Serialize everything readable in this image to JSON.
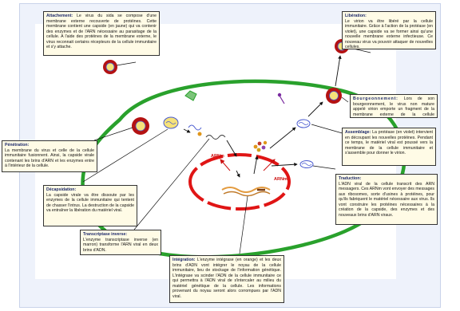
{
  "callouts": {
    "attachement": {
      "title": "Attachement:",
      "body": "Le virus du sida se compose d'une membrane externe recouverte de protéines. Cette membrane contient une capside (en jaune) qui va contenir des enzymes et de l'ARN nécessaire au parasitage de la cellule. A l'aide des protéines de la membrane externe, le virus reconnait certains récepteurs de la cellule immunitaire et s'y attache."
    },
    "liberation": {
      "title": "Libération:",
      "body": "Le virion va être libéré par la cellule immunitaire. Grâce à l'action de la protéase (en violet), une capside va se former ainsi qu'une nouvelle membrane externe infectieuse. Ce nouveau virus va pouvoir attaquer de nouvelles cellules."
    },
    "bourgeonnement": {
      "title": "Bourgeonnement:",
      "body": "Lors de son bourgeonnement, le virus non mature appelé virion emporte un fragment de la membrane externe de la cellule immunitaire."
    },
    "penetration": {
      "title": "Pénétration:",
      "body": "La membrane du virus et celle de la cellule immunitaire fusionnent. Ainsi, la capside virale contenant les brins d'ARN et les enzymes entre à l'intérieur de la cellule."
    },
    "assemblage": {
      "title": "Assemblage:",
      "body": "La protéase (en violet) intervient en découpant les nouvelles protéines. Pendant ce temps, le matériel viral est poussé vers la membrane de la cellule immunitaire et s'assemble pour donner le virion."
    },
    "decapsidation": {
      "title": "Décapsidation:",
      "body": "La capside virale va être dissoute par les enzymes de la cellule immunitaire qui tentent de chasser l'intrus. La destruction de la capside va entraîner la libération du matériel viral."
    },
    "traduction": {
      "title": "Traduction:",
      "body": "L'ADN viral de la cellule transcrit des ARN messagers. Ces ARNm vont envoyer des messages aux ribosomes, sorte d'usines à protéines, pour qu'ils fabriquent le matériel nécessaire aux virus. Ils vont construire les protéines nécessaires à la création de la capside, des enzymes et des nouveaux brins d'ARN viraux."
    },
    "transcriptase": {
      "title": "Transcriptase inverse:",
      "body": "L'enzyme transcriptase inverse (en marron) transforme l'ARN viral en deux brins d'ADN."
    },
    "integration": {
      "title": "Intégration:",
      "body": "L'enzyme intégrase (en orange) et les deux brins d'ADN vont intégrer le noyau de la cellule immunitaire, lieu de stockage de l'information génétique. L'intégrase va scinder l'ADN de la cellule immunitaire ce qui permettra à l'ADN viral de s'intercaler au milieu du matériel génétique de la cellule. Les informations provenant du noyau seront alors corrompues par l'ADN viral."
    }
  },
  "labels": {
    "arnm_left": "ARNm",
    "arnm_right": "ARNm"
  },
  "colors": {
    "cell_membrane": "#29a12c",
    "nucleus": "#e01515",
    "virus_spikes": "#b41212",
    "capsid": "#e8c020",
    "protease": "#7a2aa0",
    "callout_bg": "#fffbe6",
    "title_text": "#1d2a6b"
  }
}
